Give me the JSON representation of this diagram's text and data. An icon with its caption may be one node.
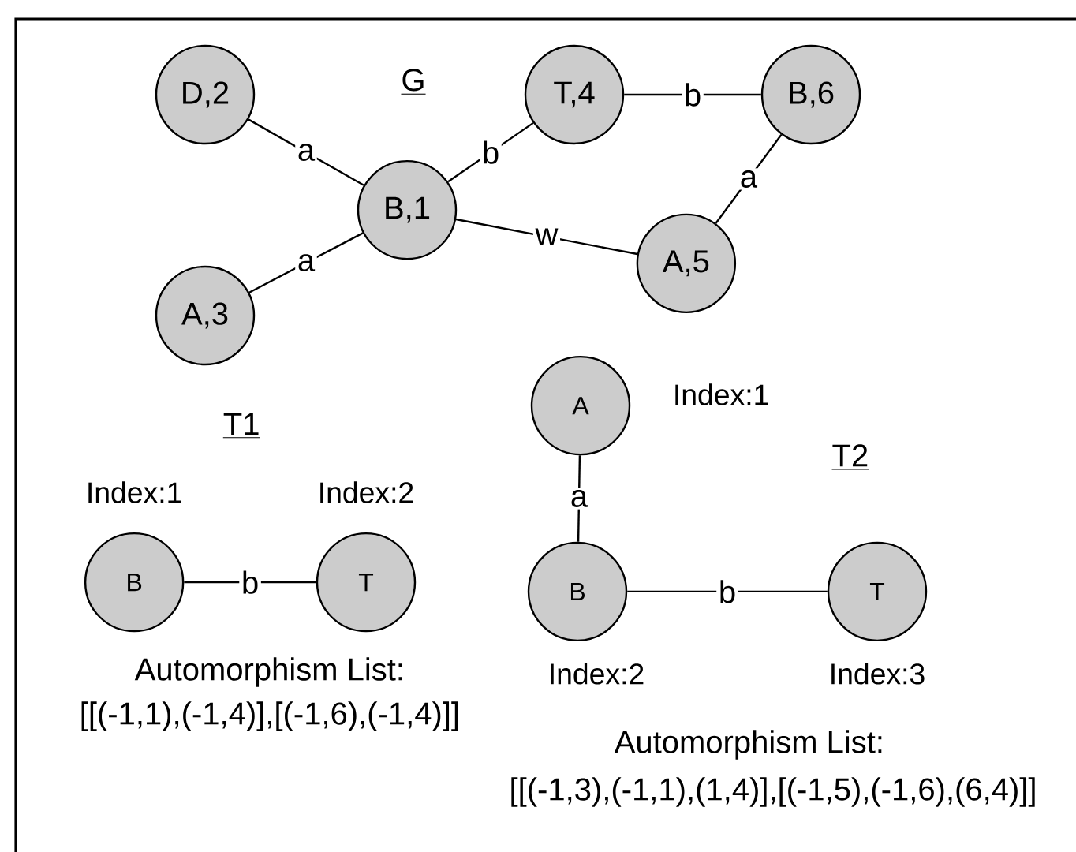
{
  "diagram": {
    "nodes": [
      {
        "text": [
          "D,2"
        ]
      },
      {
        "text": [
          "B,1"
        ]
      },
      {
        "text": [
          "A,3"
        ]
      },
      {
        "text": [
          "T,4"
        ]
      },
      {
        "text": [
          "B,6"
        ]
      },
      {
        "text": [
          "A,5"
        ]
      },
      {
        "text": [
          "B"
        ],
        "beside": [
          "Index:1"
        ]
      },
      {
        "text": [
          "T"
        ],
        "beside": [
          "Index:2"
        ]
      },
      {
        "text": [
          "A"
        ],
        "beside": [
          "Index:1"
        ]
      },
      {
        "text": [
          "B"
        ],
        "beside": [
          "Index:2"
        ]
      },
      {
        "text": [
          "T"
        ],
        "beside": [
          "Index:3"
        ]
      }
    ],
    "edges": [
      {
        "from": 0,
        "to": 1,
        "arrow": "none",
        "label": "a"
      },
      {
        "from": 2,
        "to": 1,
        "arrow": "none",
        "label": "a"
      },
      {
        "from": 1,
        "to": 3,
        "arrow": "none",
        "label": "b"
      },
      {
        "from": 3,
        "to": 4,
        "arrow": "none",
        "label": "b"
      },
      {
        "from": 1,
        "to": 5,
        "arrow": "none",
        "label": "w"
      },
      {
        "from": 5,
        "to": 4,
        "arrow": "none",
        "label": "a"
      },
      {
        "from": 6,
        "to": 7,
        "arrow": "none",
        "label": "b"
      },
      {
        "from": 8,
        "to": 9,
        "arrow": "none",
        "label": "a"
      },
      {
        "from": 9,
        "to": 10,
        "arrow": "none",
        "label": "b"
      }
    ],
    "labels": [
      "G",
      "T1",
      "T2",
      "Automorphism List:",
      "[[(-1,1),(-1,4)],[(-1,6),(-1,4)]]",
      "Automorphism List:",
      "[[(-1,3),(-1,1),(1,4)],[(-1,5),(-1,6),(6,4)]]"
    ]
  }
}
